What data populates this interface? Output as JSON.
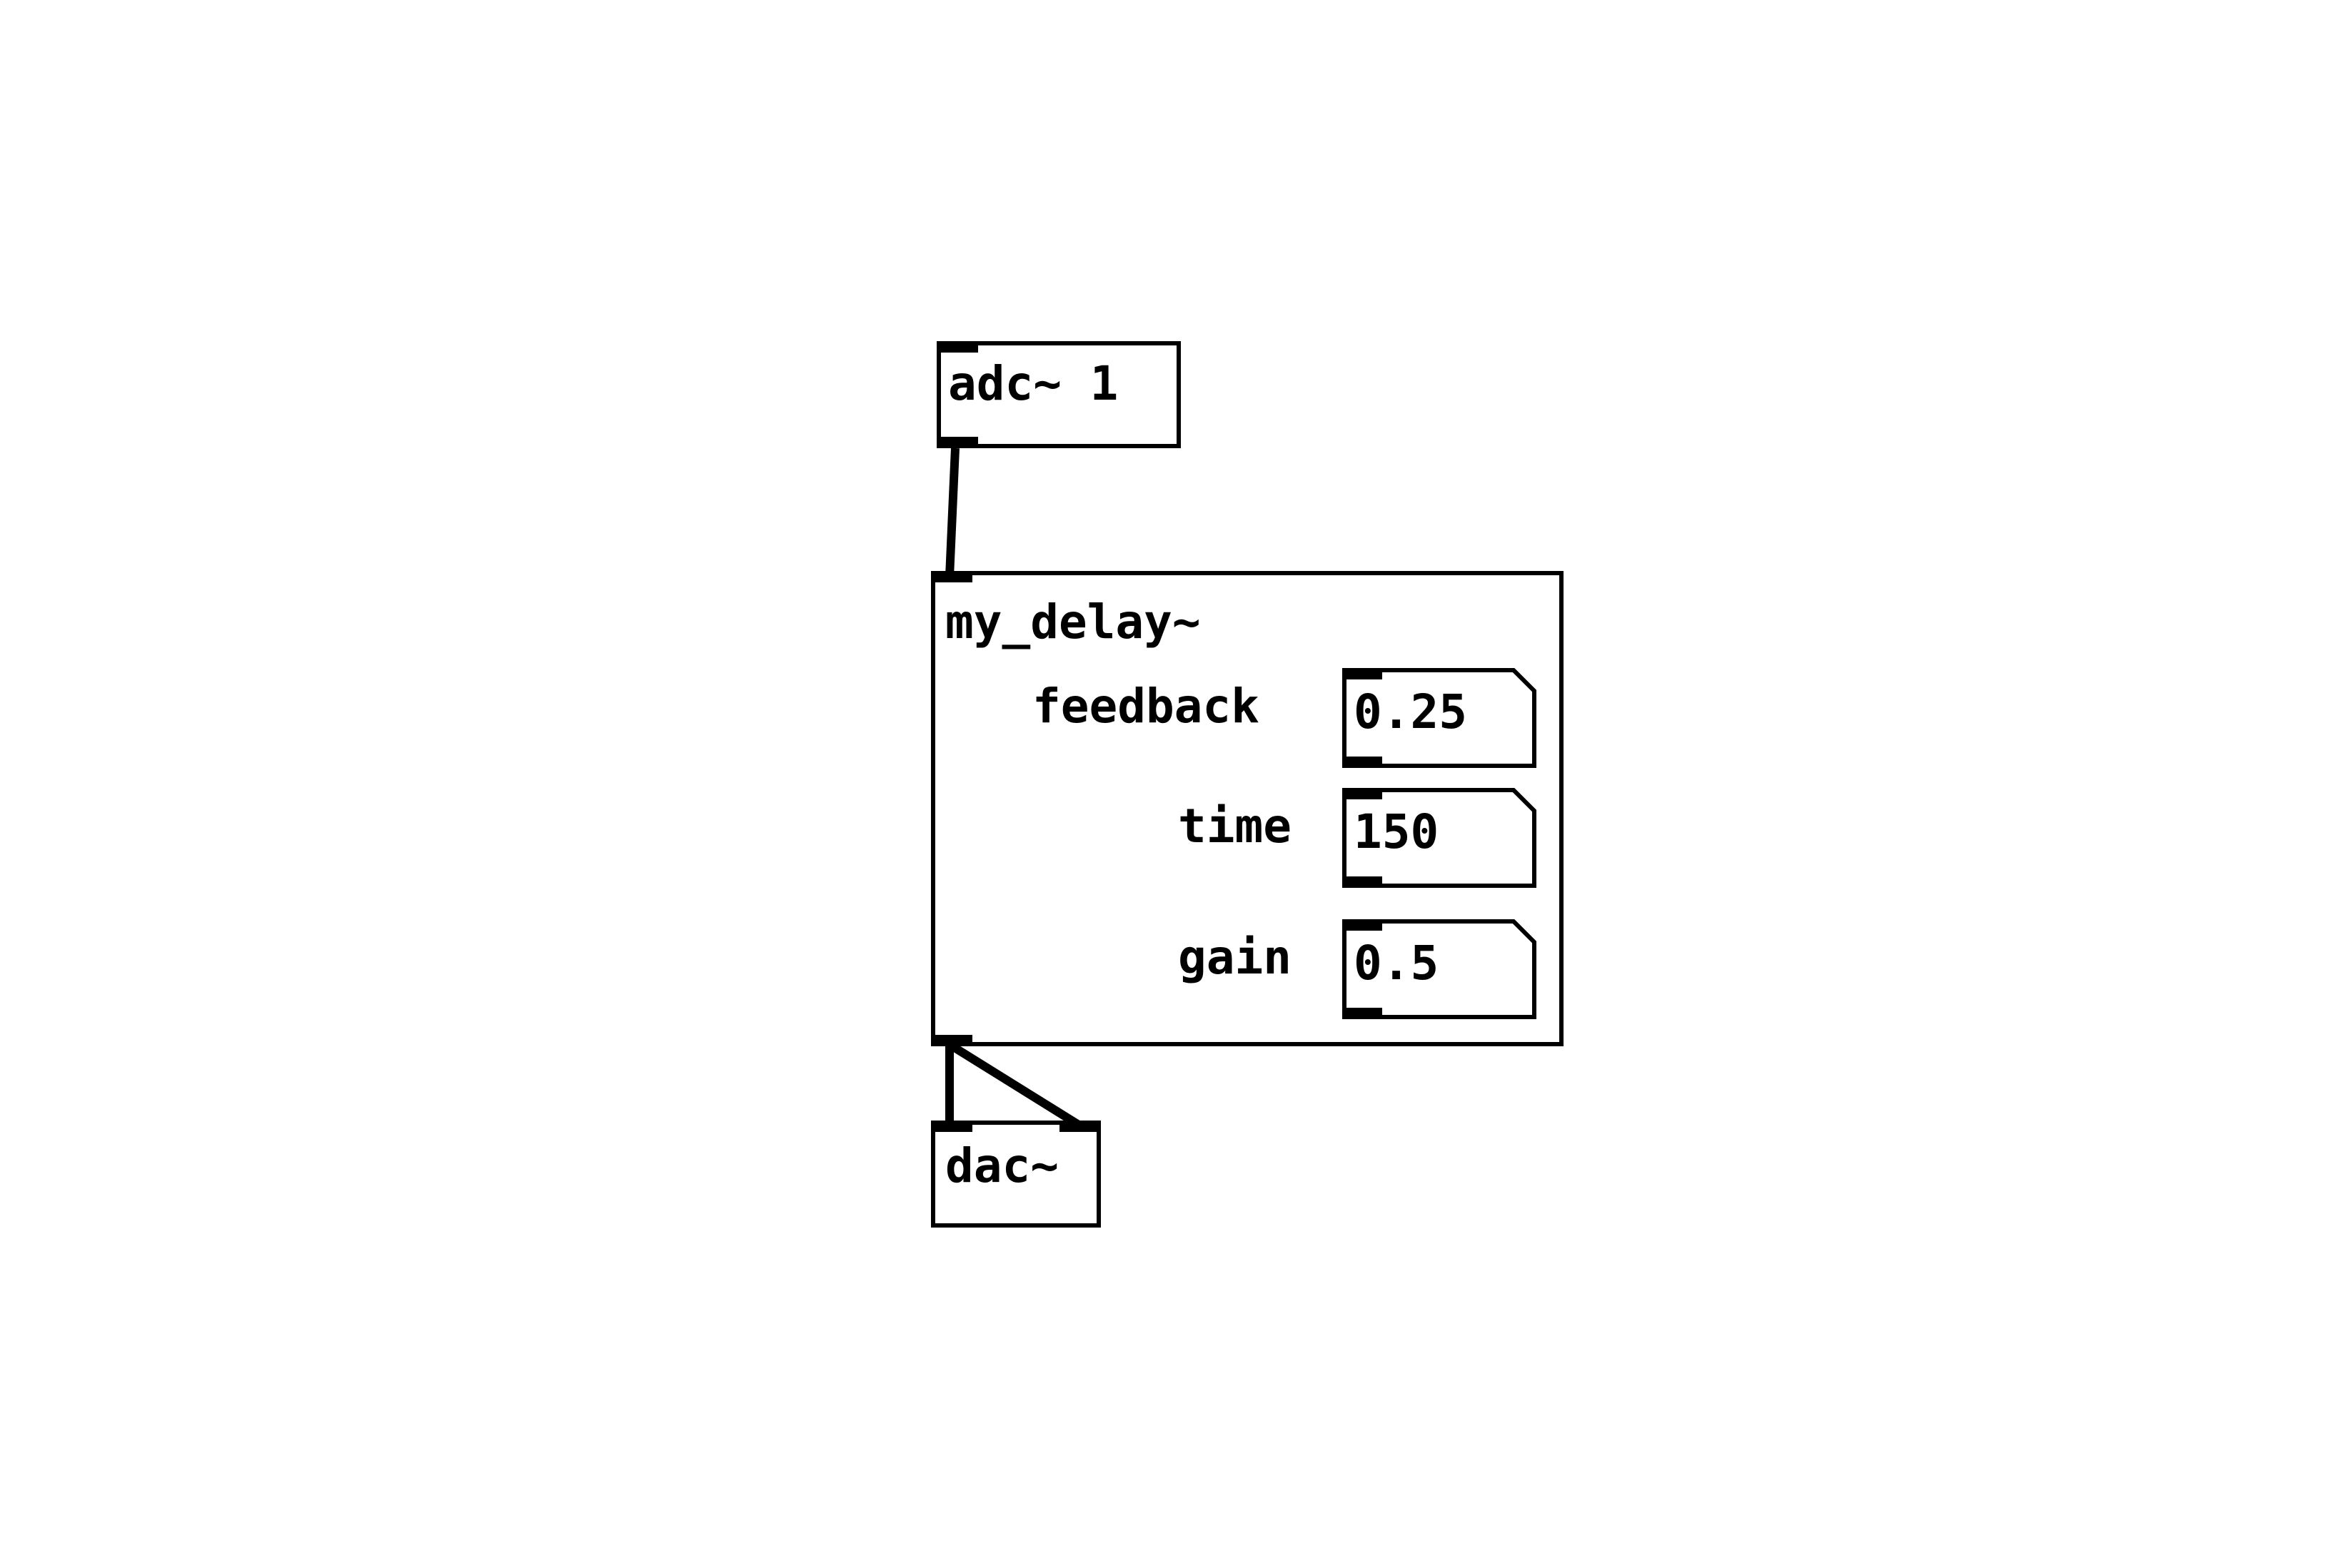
{
  "patch": {
    "adc": {
      "label": "adc~ 1"
    },
    "delay": {
      "label": "my_delay~",
      "params": [
        {
          "name": "feedback",
          "value": "0.25"
        },
        {
          "name": "time",
          "value": "150"
        },
        {
          "name": "gain",
          "value": "0.5"
        }
      ]
    },
    "dac": {
      "label": "dac~"
    }
  }
}
